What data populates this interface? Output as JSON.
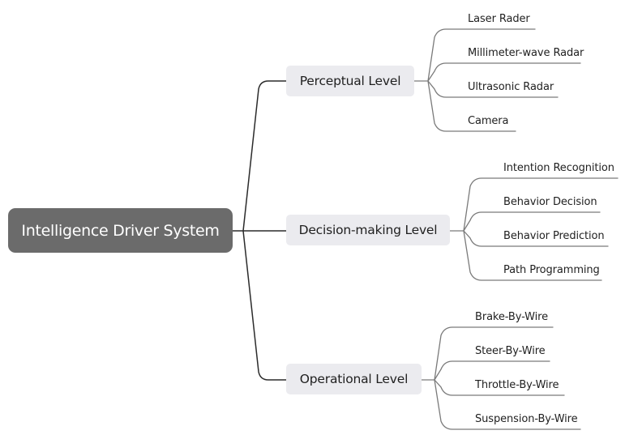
{
  "colors": {
    "root_bg": "#6b6b6b",
    "branch_bg": "#ebebef",
    "main_line": "#2b2b2b",
    "leaf_line": "#7a7a7a"
  },
  "root": {
    "label": "Intelligence Driver System"
  },
  "branches": [
    {
      "label": "Perceptual Level",
      "children": [
        "Laser Rader",
        "Millimeter-wave Radar",
        "Ultrasonic Radar",
        "Camera"
      ]
    },
    {
      "label": "Decision-making Level",
      "children": [
        "Intention Recognition",
        "Behavior Decision",
        "Behavior Prediction",
        "Path Programming"
      ]
    },
    {
      "label": "Operational Level",
      "children": [
        "Brake-By-Wire",
        "Steer-By-Wire",
        "Throttle-By-Wire",
        "Suspension-By-Wire"
      ]
    }
  ]
}
